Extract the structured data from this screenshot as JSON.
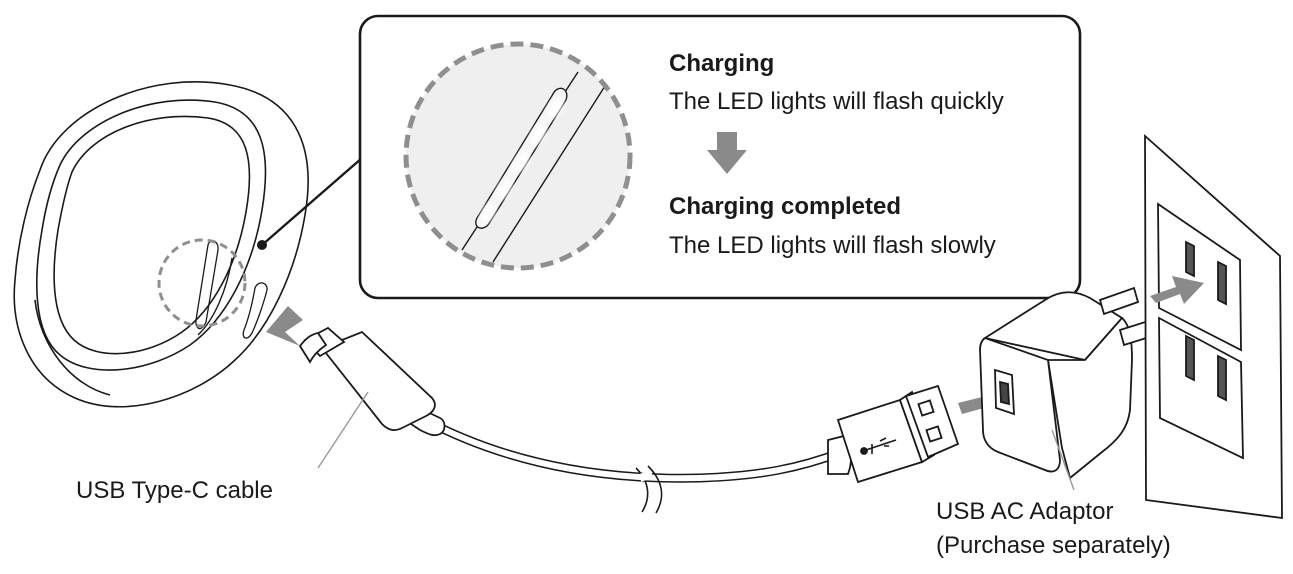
{
  "callout": {
    "charging_title": "Charging",
    "charging_desc": "The LED lights will flash quickly",
    "completed_title": "Charging completed",
    "completed_desc": "The LED lights will flash slowly"
  },
  "labels": {
    "cable": "USB Type-C cable",
    "adaptor_line1": "USB AC Adaptor",
    "adaptor_line2": "(Purchase separately)"
  },
  "icons": {
    "step_arrow": "arrow-down-icon",
    "insert_arrows": "arrow-right-icon",
    "usb_logo": "usb-icon"
  },
  "colors": {
    "line": "#1a1a1a",
    "arrow": "#8a8a8a",
    "dashed_circle": "#8f8f8f",
    "led": "#ffffff",
    "text": "#1a1a1a"
  }
}
